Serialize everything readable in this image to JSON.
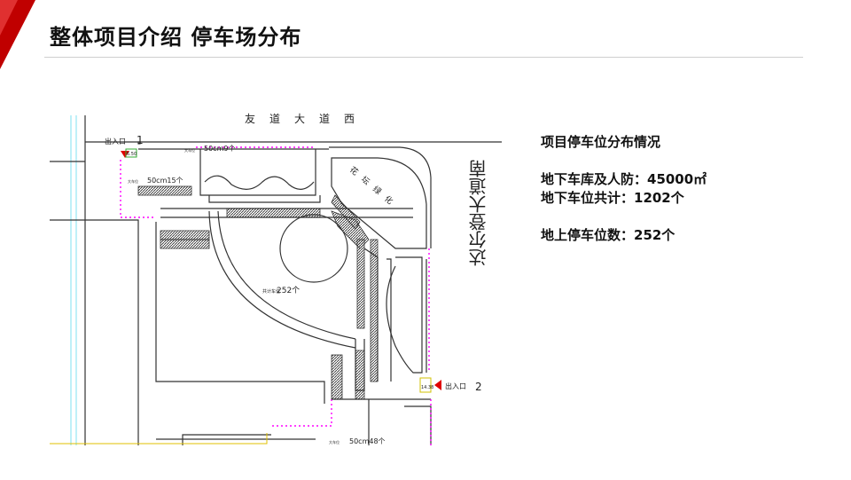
{
  "header": {
    "title": "整体项目介绍  停车场分布"
  },
  "map": {
    "road_top": "友道大道西",
    "road_right": "达尔登大道南",
    "entrance1_label": "出入口",
    "entrance1_num": "1",
    "entrance2_label": "出入口",
    "entrance2_num": "2",
    "marker1_value": "6.50",
    "marker2_value": "14.38",
    "lot_top_small": "大车位",
    "lot_top": "50cm9个",
    "lot_left_small": "大车位",
    "lot_left": "50cm15个",
    "lot_center_small": "共计车位",
    "lot_center": "252个",
    "lot_bottom_small": "大车位",
    "lot_bottom": "50cm48个",
    "corner_text": "花坛绿化"
  },
  "info": {
    "heading": "项目停车位分布情况",
    "underground_area": "地下车库及人防：45000㎡",
    "underground_total": "地下车位共计：1202个",
    "ground_total": "地上停车位数：252个"
  },
  "colors": {
    "accent": "#c00000",
    "boundary": "#ff00ff",
    "marker": "#e00000"
  }
}
